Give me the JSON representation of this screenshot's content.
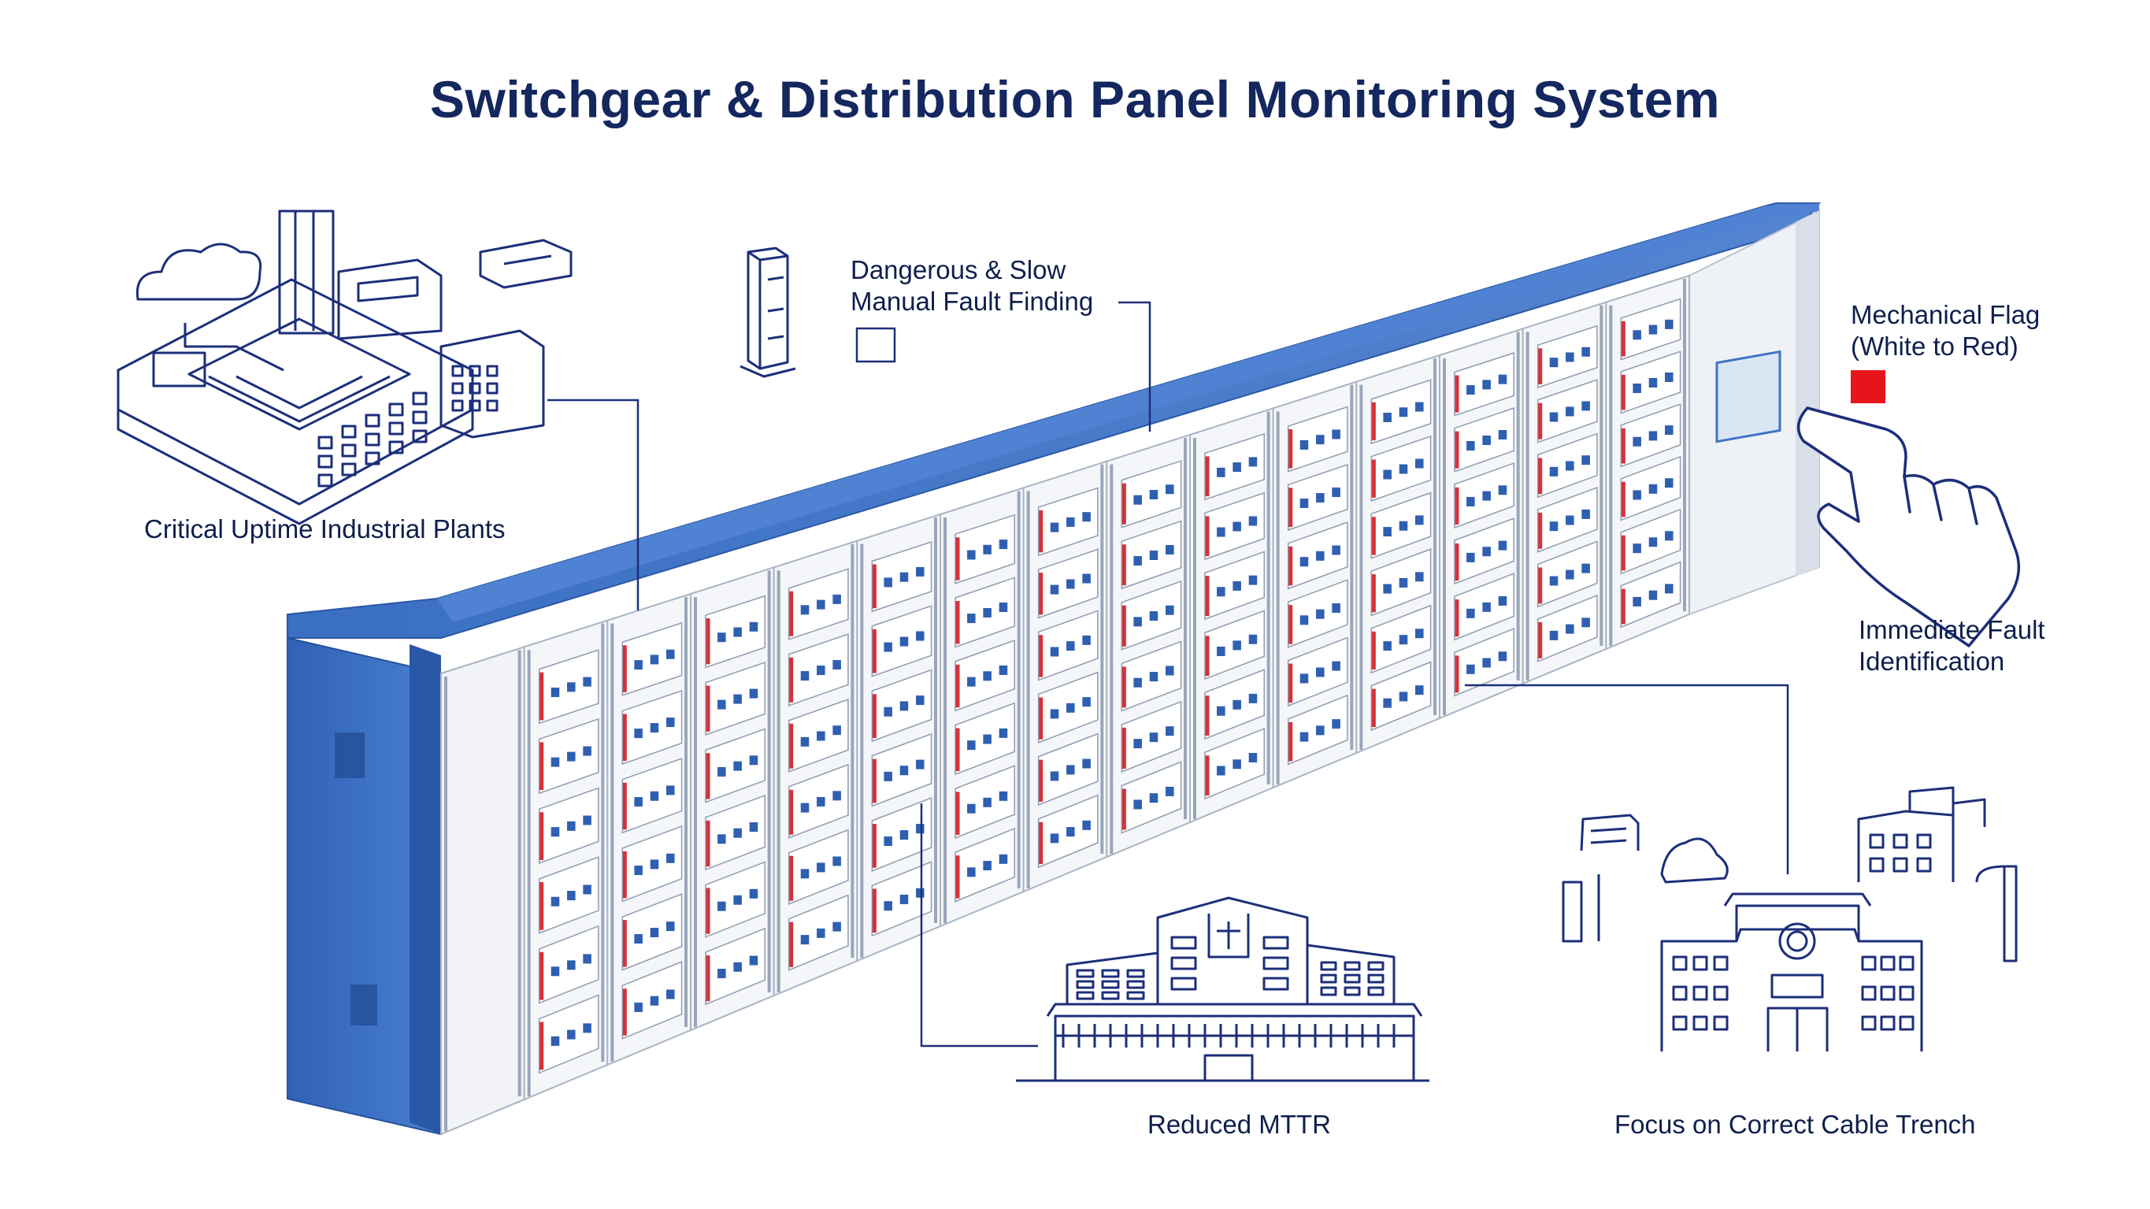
{
  "title": "Switchgear & Distribution Panel Monitoring System",
  "labels": {
    "critical_uptime": "Critical Uptime Industrial Plants",
    "dangerous_line1": "Dangerous & Slow",
    "dangerous_line2": "Manual Fault Finding",
    "flag_line1": "Mechanical Flag",
    "flag_line2": "(White to Red)",
    "immediate_line1": "Immediate Fault",
    "immediate_line2": "Identification",
    "reduced_mttr": "Reduced MTTR",
    "focus_bold": "Focus on Correct",
    "focus_rest": " Cable Trench"
  },
  "colors": {
    "panel_blue": "#3f74c4",
    "panel_blue_dark": "#2a58a8",
    "line_art": "#1d2f7a",
    "flag_red": "#e8141c",
    "breaker_red": "#d6313a",
    "breaker_blue": "#2f5fb0"
  },
  "icons": {
    "industrial_plant": "factory-line-icon",
    "manual_fault": "cabinet-line-icon",
    "hand": "hand-pointer-icon",
    "hospital": "hospital-line-icon",
    "campus": "campus-buildings-line-icon"
  }
}
